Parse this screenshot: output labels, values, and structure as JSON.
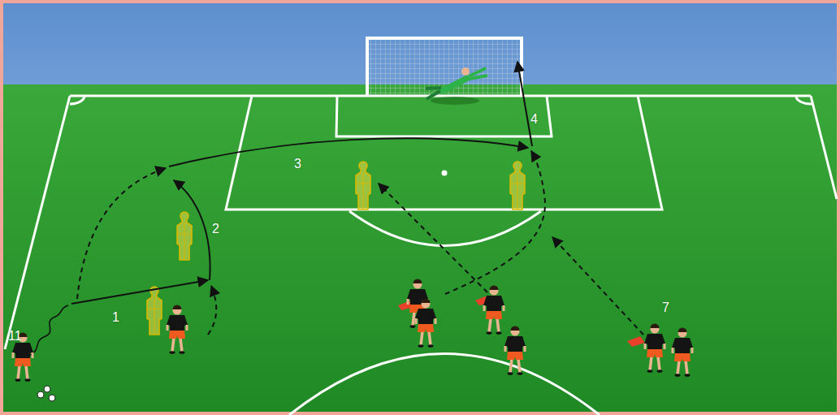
{
  "diagram": {
    "labels": [
      "11",
      "1",
      "2",
      "3",
      "4",
      "7"
    ]
  }
}
